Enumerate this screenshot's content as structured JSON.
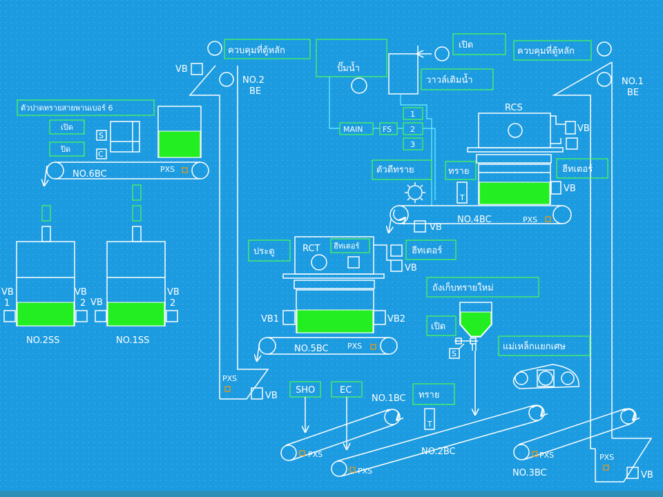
{
  "labels": {
    "main_ctrl_left": "ควบคุมที่ตู้หลัก",
    "main_ctrl_right": "ควบคุมที่ตู้หลัก",
    "pump": "ปั๊มน้ำ",
    "valve_open": "เปิด",
    "water_valve": "วาวล์เติมน้ำ",
    "main": "MAIN",
    "fs": "FS",
    "num1": "1",
    "num2": "2",
    "num3": "3",
    "rcs": "RCS",
    "vb": "VB",
    "heater_right": "ฮีทเตอร์",
    "sand_right": "ทราย",
    "t": "T",
    "sand_beater": "ตัวตีทราย",
    "no4bc": "NO.4BC",
    "pxs": "PXS",
    "no2be": "NO.2",
    "be": "BE",
    "no1be": "NO.1",
    "sand_belt_6": "ตัวปาดทรายสายพานเบอร์ 6",
    "open_6": "เปิด",
    "close_6": "ปิด",
    "s": "S",
    "c": "C",
    "no6bc": "NO.6BC",
    "vb1_label": "VB",
    "one": "1",
    "two": "2",
    "no2ss": "NO.2SS",
    "no1ss": "NO.1SS",
    "door": "ประตู",
    "rct": "RCT",
    "heater_rct_inner": "ฮีทเตอร์",
    "heater_rct": "ฮีทเตอร์",
    "new_sand_tank": "ถังเก็บทรายใหม่",
    "open_new": "เปิด",
    "vb1": "VB1",
    "vb2": "VB2",
    "no5bc": "NO.5BC",
    "magnet": "แม่เหล็กแยกเศษ",
    "sho": "SHO",
    "ec": "EC",
    "no1bc": "NO.1BC",
    "sand_bottom": "ทราย",
    "no2bc": "NO.2BC",
    "no3bc": "NO.3BC"
  },
  "colors": {
    "background": "#1c9be0",
    "line": "#ffffff",
    "sand_fill": "#22ee22",
    "panel_border": "#4dff4d",
    "pipe": "#6ff0ff",
    "sensor": "#ff9900"
  },
  "icons": {
    "motor": "motor-circle-icon",
    "vibrator": "vibrator-square-icon",
    "proximity": "proximity-sensor-icon",
    "arrow": "flow-arrow-icon"
  }
}
